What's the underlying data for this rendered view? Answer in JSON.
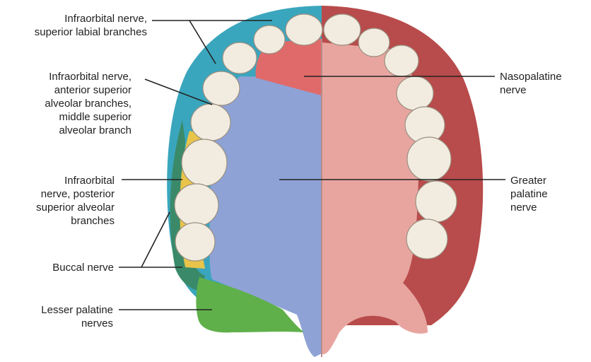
{
  "labels": {
    "infraorbital_superior_labial": "Infraorbital nerve,\nsuperior labial branches",
    "infraorbital_anterior_middle": "Infraorbital nerve,\nanterior superior\nalveolar branches,\nmiddle superior\nalveolar branch",
    "infraorbital_posterior": "Infraorbital\nnerve, posterior\nsuperior alveolar\nbranches",
    "buccal": "Buccal nerve",
    "lesser_palatine": "Lesser palatine\nnerves",
    "nasopalatine": "Nasopalatine\nnerve",
    "greater_palatine": "Greater\npalatine\nnerve"
  },
  "colors": {
    "infraorbital_labial": "#3aa6bd",
    "infraorbital_alveolar": "#3aa6bd",
    "posterior_superior_alveolar": "#e8c44a",
    "buccal": "#3a8a6a",
    "lesser_palatine": "#5fb04a",
    "nasopalatine": "#e06a6a",
    "greater_palatine_left": "#8ea2d6",
    "greater_palatine_right": "#e8a5a0",
    "gingiva_right": "#c05a5a",
    "tooth": "#f2ece0"
  }
}
